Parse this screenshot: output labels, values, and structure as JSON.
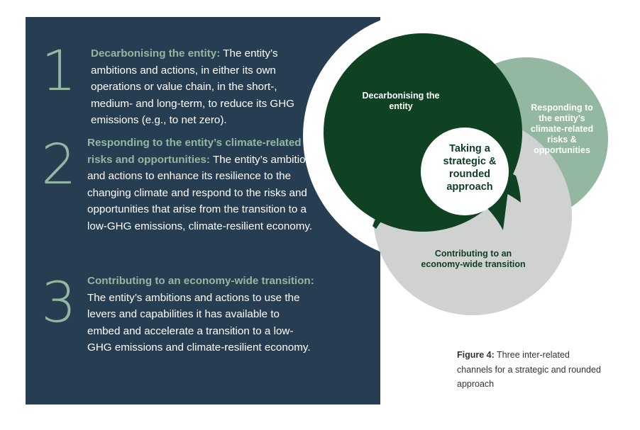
{
  "items": [
    {
      "number": "1",
      "heading": "Decarbonising the entity:",
      "body": "The entity’s ambitions and actions, in either its own operations or value chain, in the short-, medium- and long-term, to reduce its GHG emissions (e.g., to net zero)."
    },
    {
      "number": "2",
      "heading": "Responding to the entity’s climate-related risks and opportunities:",
      "body": "The entity’s ambitions and actions to enhance its resilience to the changing climate and respond to the risks and opportunities that arise from the transition to a low-GHG emissions, climate-resilient economy."
    },
    {
      "number": "3",
      "heading": "Contributing to an economy-wide transition:",
      "body": "The entity’s ambitions and actions to use the levers and capabilities it has available to embed and accelerate a transition to a low-GHG emissions and climate-resilient economy."
    }
  ],
  "diagram": {
    "decarbonising": "Decarbonising the entity",
    "responding": "Responding to the entity’s climate-related risks & opportunities",
    "contributing": "Contributing to an economy-wide transition",
    "center": "Taking a strategic & rounded approach",
    "colors": {
      "decarbonising": "#0e4223",
      "responding": "#93b7a0",
      "contributing": "#d0d2d1",
      "panel": "#263d52"
    }
  },
  "caption": {
    "label": "Figure 4:",
    "text": "Three inter-related channels for a strategic and rounded approach"
  }
}
